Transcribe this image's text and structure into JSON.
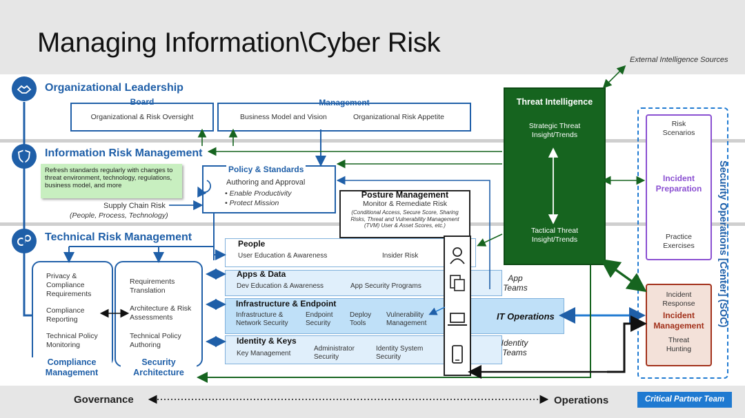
{
  "title": "Managing Information\\Cyber Risk",
  "external_intel": "External Intelligence Sources",
  "sections": {
    "org_leadership": "Organizational Leadership",
    "info_risk": "Information Risk Management",
    "tech_risk": "Technical Risk Management"
  },
  "board": {
    "title": "Board",
    "text": "Organizational & Risk Oversight"
  },
  "management": {
    "title": "Management",
    "item1": "Business Model and Vision",
    "item2": "Organizational Risk Appetite"
  },
  "note": "Refresh standards regularly with changes to threat environment, technology, regulations, business model, and more",
  "policy": {
    "title": "Policy & Standards",
    "sub": "Authoring and Approval",
    "b1": "Enable Productivity",
    "b2": "Protect Mission"
  },
  "supply_chain": {
    "label": "Supply Chain Risk",
    "sub": "(People,  Process,  Technology)"
  },
  "posture": {
    "title": "Posture Management",
    "sub": "Monitor & Remediate Risk",
    "detail": "(Conditional Access, Secure Score, Sharing Risks, Threat and Vulnerability Management (TVM) User & Asset Scores, etc.)"
  },
  "compliance": {
    "item1": "Privacy & Compliance Requirements",
    "item2": "Compliance Reporting",
    "item3": "Technical Policy Monitoring",
    "label": "Compliance Management"
  },
  "security_arch": {
    "item1": "Requirements Translation",
    "item2": "Architecture & Risk Assessments",
    "item3": "Technical Policy Authoring",
    "label": "Security Architecture"
  },
  "rows": {
    "people": {
      "title": "People",
      "c1": "User Education & Awareness",
      "c2": "Insider Risk"
    },
    "apps": {
      "title": "Apps & Data",
      "c1": "Dev Education & Awareness",
      "c2": "App Security Programs"
    },
    "infra": {
      "title": "Infrastructure & Endpoint",
      "c1": "Infrastructure & Network Security",
      "c2": "Endpoint Security",
      "c3": "Deploy Tools",
      "c4": "Vulnerability Management"
    },
    "identity": {
      "title": "Identity & Keys",
      "c1": "Key Management",
      "c2": "Administrator Security",
      "c3": "Identity System Security"
    }
  },
  "app_teams": "App Teams",
  "it_ops": "IT Operations",
  "identity_teams": "Identity Teams",
  "threat_intel": {
    "title": "Threat Intelligence",
    "strategic": "Strategic Threat Insight/Trends",
    "tactical": "Tactical Threat Insight/Trends"
  },
  "soc": {
    "label": "Security Operations [Center] (SOC)",
    "risk_scenarios": "Risk Scenarios",
    "incident_prep": "Incident Preparation",
    "practice": "Practice Exercises",
    "incident_response": "Incident Response",
    "incident_mgmt": "Incident Management",
    "threat_hunting": "Threat Hunting"
  },
  "footer": {
    "governance": "Governance",
    "operations": "Operations",
    "critical": "Critical Partner Team"
  },
  "colors": {
    "blue": "#1f5fa8",
    "green": "#16641f",
    "purple": "#8a4fd1",
    "brown": "#a2301a"
  }
}
